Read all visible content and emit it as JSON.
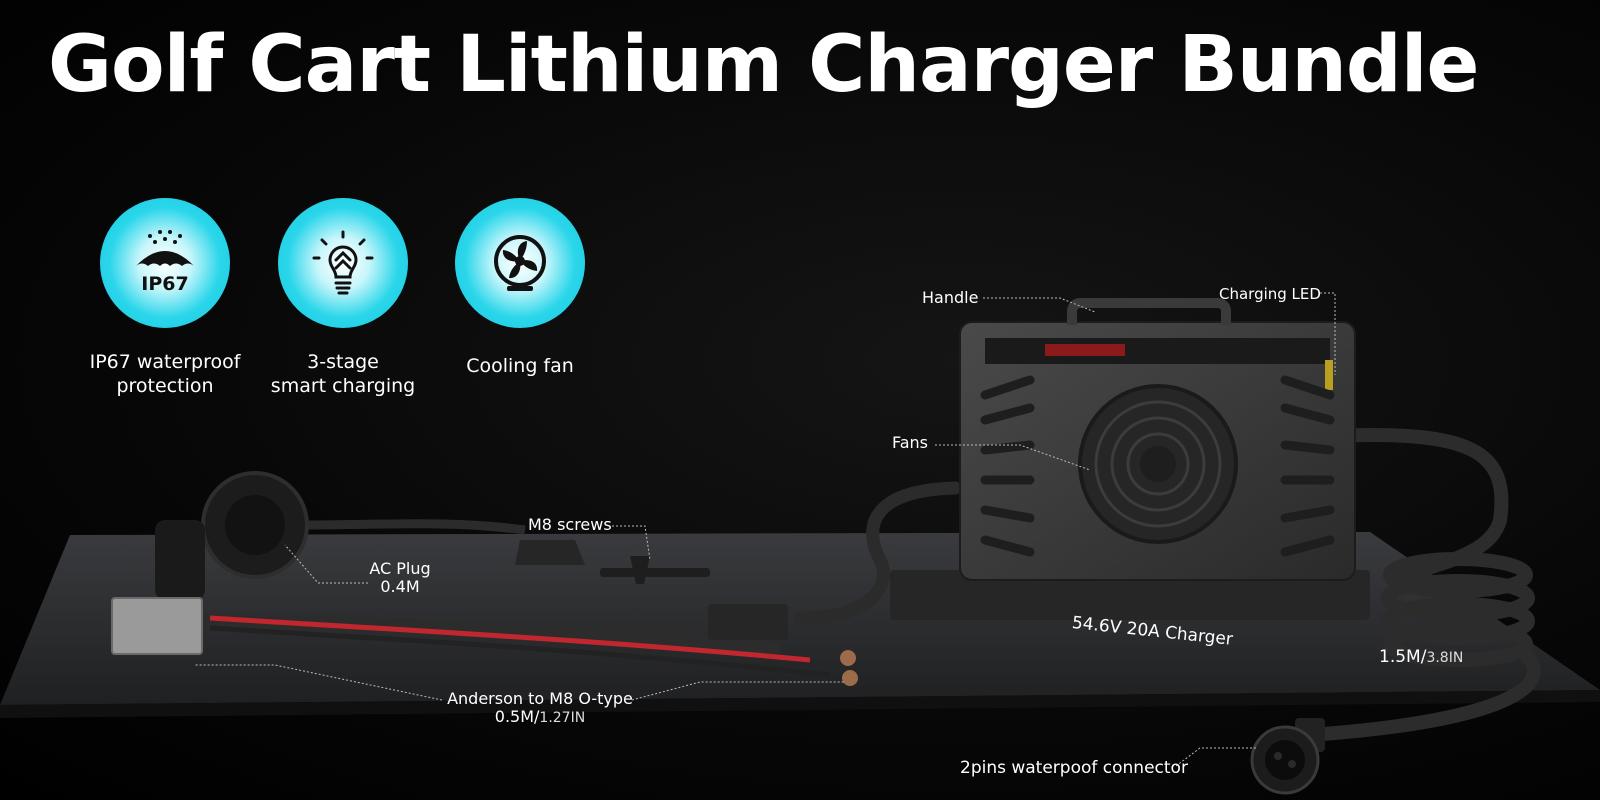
{
  "title": "Golf Cart Lithium Charger Bundle",
  "features": [
    {
      "icon": "umbrella-rain-icon",
      "badge_text": "IP67",
      "label_line1": "IP67 waterproof",
      "label_line2": "protection"
    },
    {
      "icon": "lightbulb-arrows-icon",
      "label_line1": "3-stage",
      "label_line2": "smart charging"
    },
    {
      "icon": "fan-icon",
      "label_line1": "Cooling fan",
      "label_line2": ""
    }
  ],
  "callouts": {
    "handle": "Handle",
    "charging_led": "Charging LED",
    "fans": "Fans",
    "m8_screws": "M8 screws",
    "ac_plug": "AC Plug",
    "ac_plug_length": "0.4M",
    "charger": "54.6V 20A Charger",
    "coil_length": "1.5M/",
    "coil_length_in": "3.8IN",
    "anderson": "Anderson to M8 O-type",
    "anderson_length": "0.5M/",
    "anderson_length_in": "1.27IN",
    "connector": "2pins waterpoof connector"
  },
  "colors": {
    "accent": "#19cce2",
    "background": "#000000",
    "text": "#ffffff"
  }
}
